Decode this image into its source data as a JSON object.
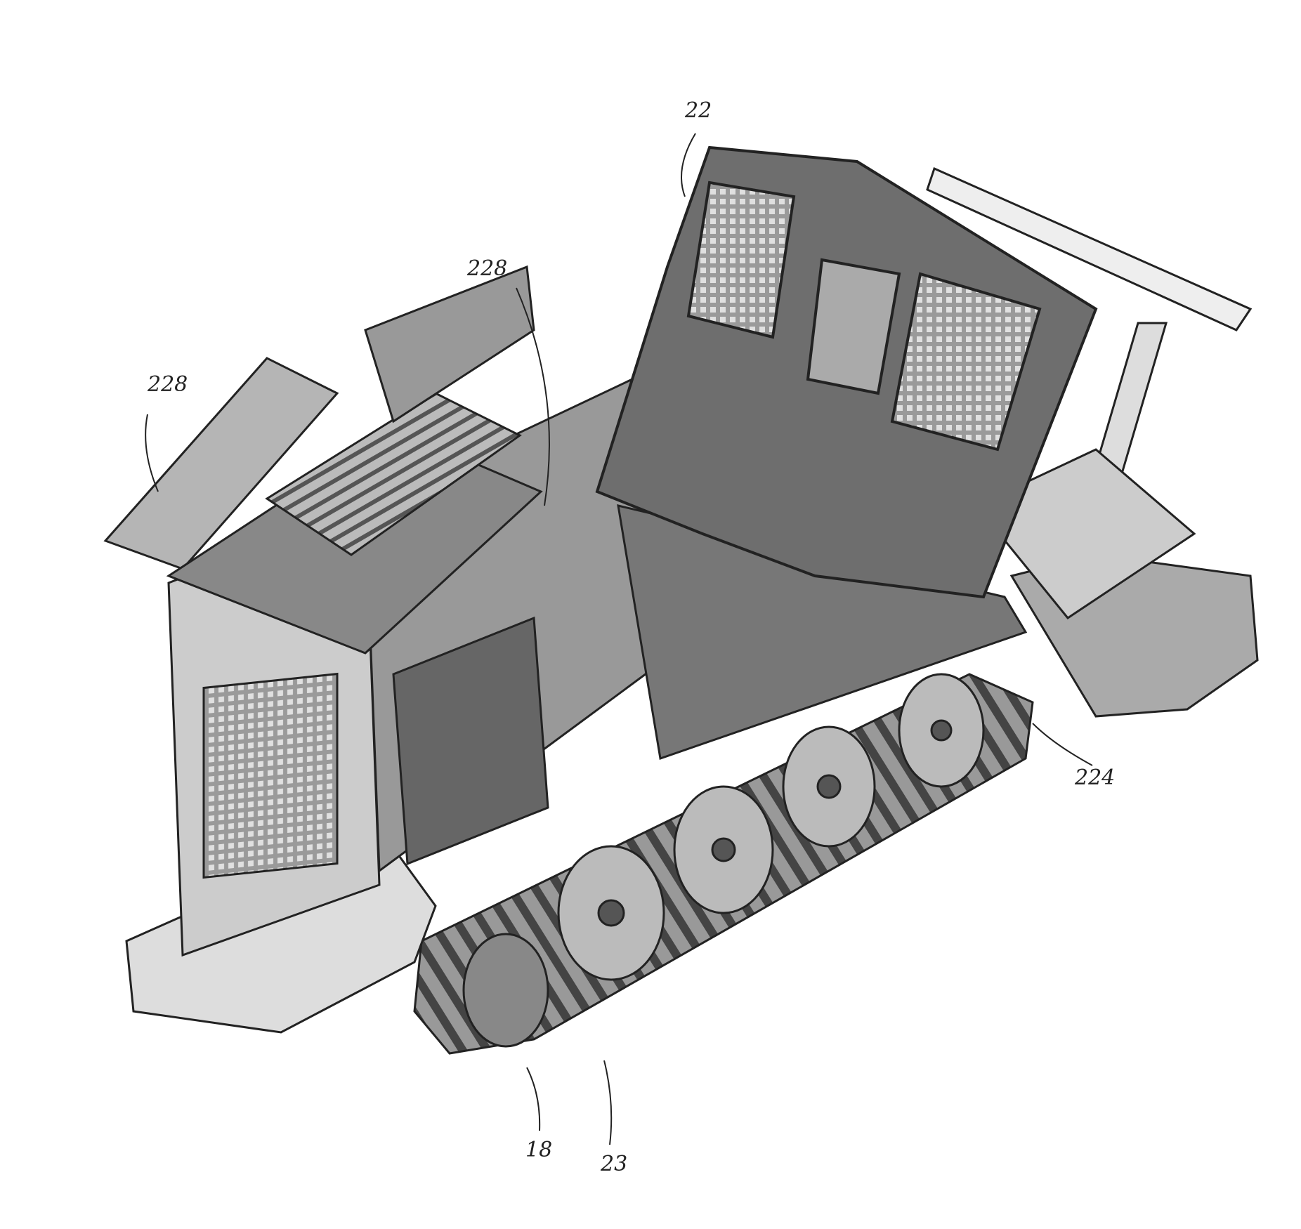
{
  "figure": {
    "description_labels": [
      {
        "id": "cab",
        "text": "22"
      },
      {
        "id": "panel-left",
        "text": "228"
      },
      {
        "id": "panel-right",
        "text": "228"
      },
      {
        "id": "track-drive",
        "text": "224"
      },
      {
        "id": "frame",
        "text": "18"
      },
      {
        "id": "track",
        "text": "23"
      }
    ]
  },
  "colors": {
    "ink": "#222222",
    "shade": "#8a8a8a",
    "dark": "#555555",
    "light": "#c8c8c8"
  }
}
